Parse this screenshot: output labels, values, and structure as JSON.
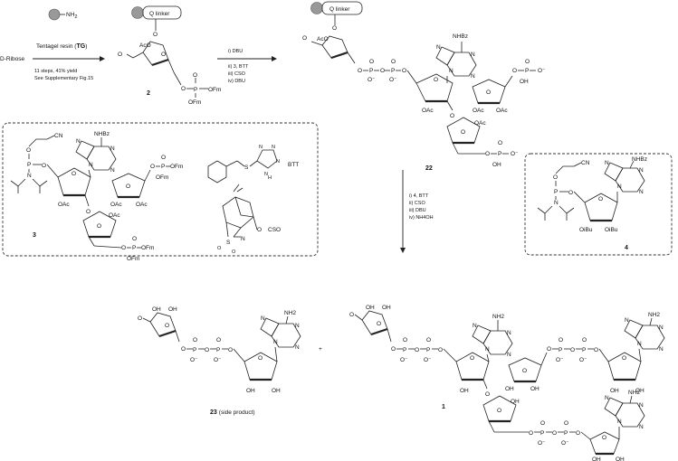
{
  "resin": {
    "group": "NH",
    "group_sub": "2",
    "label_pre": "Tentagel resin (",
    "label_bold": "TG",
    "label_post": ")"
  },
  "start": {
    "name": "D-Ribose",
    "note1": "11 steps, 41% yield",
    "note2": "See Supplementary Fig.15"
  },
  "compound2": {
    "number": "2",
    "linker": "Q linker",
    "aco": "AcO"
  },
  "step1": {
    "reagents": [
      "i) DBU",
      "ii) 3, BTT",
      "iii) CSO",
      "iv) DBU"
    ]
  },
  "compound22": {
    "number": "22",
    "linker": "Q linker",
    "aco": "AcO",
    "base": "NHBz"
  },
  "box_left": {
    "compound3": "3",
    "bt_label": "BTT",
    "cso_label": "CSO",
    "base": "NHBz"
  },
  "box_right": {
    "compound4": "4",
    "base": "NHBz",
    "obu1": "OiBu",
    "obu2": "OiBu",
    "cn": "CN"
  },
  "step2": {
    "reagents": [
      "i) 4, BTT",
      "ii) CSO",
      "iii) DBU",
      "iv) NH4OH"
    ]
  },
  "compound23": {
    "label": "23",
    "note": "(side product)",
    "base": "NH2"
  },
  "plus": "+",
  "compound1": {
    "number": "1",
    "base": "NH2"
  },
  "atoms": {
    "O": "O",
    "P": "P",
    "N": "N",
    "H": "H",
    "OH": "OH",
    "OAc": "OAc",
    "OFm": "OFm",
    "Ominus": "O⁻",
    "S": "S"
  }
}
